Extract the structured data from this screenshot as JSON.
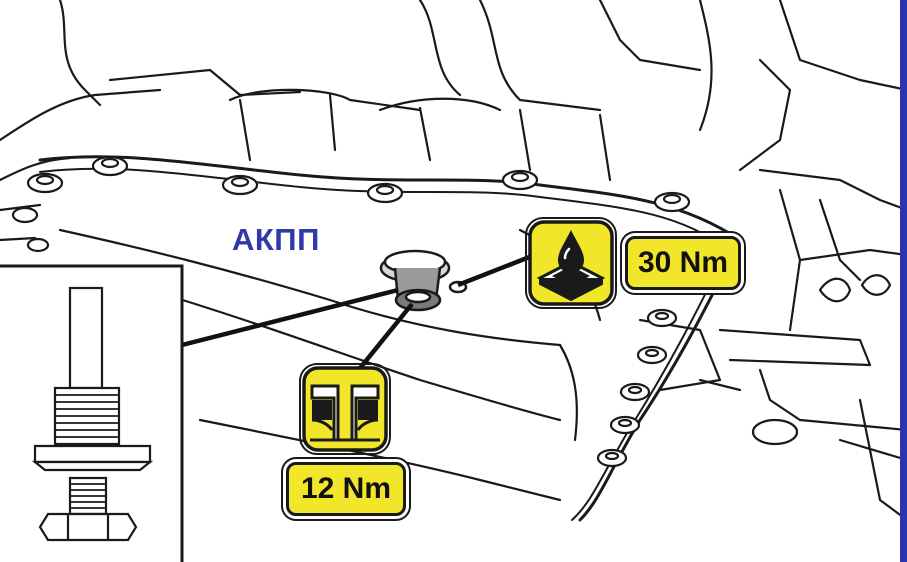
{
  "diagram": {
    "title": "АКПП",
    "torque_values": [
      {
        "value": "30 Nm",
        "meaning": ""
      },
      {
        "value": "12 Nm",
        "meaning": ""
      }
    ],
    "icons": {
      "oil_fill": "oil-drop-icon",
      "gasket": "gasket-seal-icon"
    }
  },
  "colors": {
    "title": "#2f3aa8",
    "badge_fill": "#f2e62a",
    "outline": "#1a1a1a",
    "edge_bar": "#2d33b0",
    "background": "#ffffff"
  }
}
